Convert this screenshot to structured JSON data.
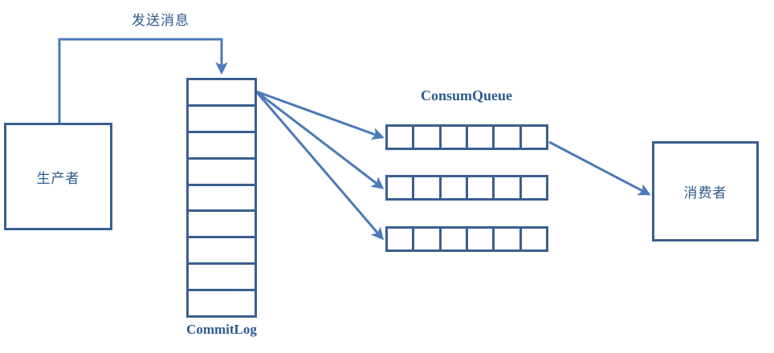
{
  "diagram": {
    "title": "RocketMQ CommitLog / ConsumQueue flow diagram",
    "background": "#ffffff",
    "colors": {
      "box_border": "#3A5F8F",
      "arrow": "#4A7AB8",
      "text": "#2E5A8E"
    }
  },
  "nodes": {
    "producer": {
      "label": "生产者"
    },
    "consumer": {
      "label": "消费者"
    },
    "commitlog": {
      "caption": "CommitLog",
      "cell_count": 9
    },
    "consumqueue": {
      "caption": "ConsumQueue",
      "queue_count": 3,
      "cells_per_queue": 6
    }
  },
  "edges": {
    "send_message": {
      "label": "发送消息"
    },
    "commitlog_to_queue_0": {
      "label": ""
    },
    "commitlog_to_queue_1": {
      "label": ""
    },
    "commitlog_to_queue_2": {
      "label": ""
    },
    "queue_to_consumer": {
      "label": ""
    }
  }
}
